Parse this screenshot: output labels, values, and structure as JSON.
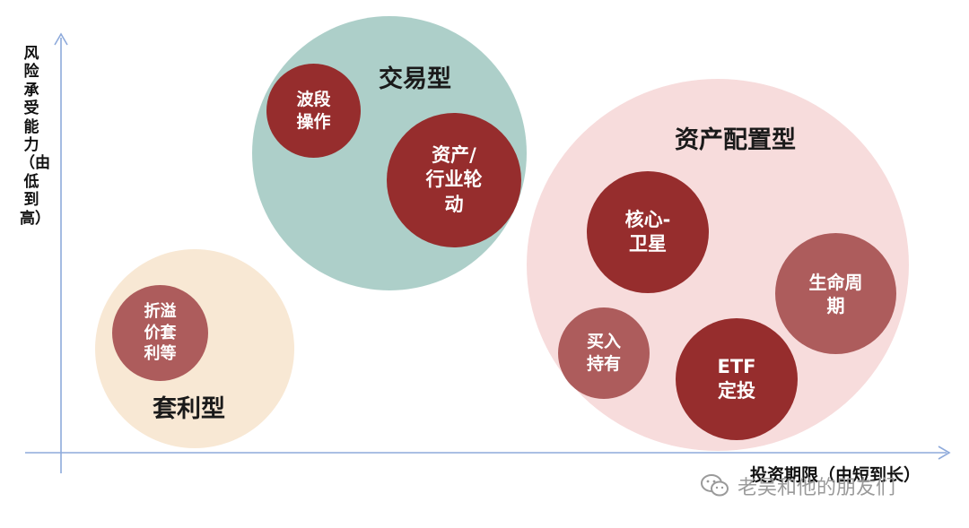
{
  "axes": {
    "y_label": "风险承受能力（由低到高）",
    "x_label": "投资期限（由短到长）"
  },
  "groups": [
    {
      "key": "trading",
      "label": "交易型",
      "color": "#adcfc9",
      "items": [
        {
          "key": "wave",
          "label": "波段\n操作",
          "color": "#962d2d"
        },
        {
          "key": "rotation",
          "label": "资产/\n行业轮\n动",
          "color": "#962d2d"
        }
      ]
    },
    {
      "key": "allocation",
      "label": "资产配置型",
      "color": "#f7dcdc",
      "items": [
        {
          "key": "core",
          "label": "核心-\n卫星",
          "color": "#962d2d"
        },
        {
          "key": "lifecycle",
          "label": "生命周\n期",
          "color": "#ad5c5c"
        },
        {
          "key": "buyhold",
          "label": "买入\n持有",
          "color": "#ad5c5c"
        },
        {
          "key": "etf",
          "label": "ETF\n定投",
          "color": "#962d2d"
        }
      ]
    },
    {
      "key": "arbitrage",
      "label": "套利型",
      "color": "#f8e8d4",
      "items": [
        {
          "key": "premium",
          "label": "折溢\n价套\n利等",
          "color": "#ad5c5c"
        }
      ]
    }
  ],
  "watermark": {
    "text": "老吴和他的朋友们",
    "icon": "wechat-icon"
  },
  "colors": {
    "axis": "#8eaadb"
  }
}
